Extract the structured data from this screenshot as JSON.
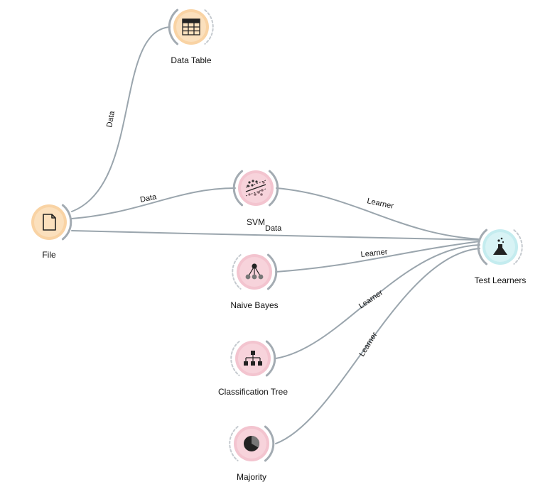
{
  "colors": {
    "link": "#9aa5ad",
    "anchor": "#a3abb2",
    "anchor_dashed": "#c5cacf",
    "data_node": "#f9d3a4",
    "data_node_inner": "#fbe0bd",
    "model_node": "#f3c4cf",
    "model_node_inner": "#f7d3db",
    "eval_node": "#c4ecef",
    "eval_node_inner": "#d8f3f5",
    "icon": "#222222"
  },
  "nodes": [
    {
      "id": "file",
      "label": "File",
      "icon": "document-icon",
      "category": "data"
    },
    {
      "id": "data_table",
      "label": "Data Table",
      "icon": "table-icon",
      "category": "data"
    },
    {
      "id": "svm",
      "label": "SVM",
      "icon": "scatter-svm-icon",
      "category": "model"
    },
    {
      "id": "naive_bayes",
      "label": "Naive Bayes",
      "icon": "network-icon",
      "category": "model"
    },
    {
      "id": "classification_tree",
      "label": "Classification Tree",
      "icon": "tree-icon",
      "category": "model"
    },
    {
      "id": "majority",
      "label": "Majority",
      "icon": "pie-icon",
      "category": "model"
    },
    {
      "id": "test_learners",
      "label": "Test Learners",
      "icon": "flask-icon",
      "category": "evaluate"
    }
  ],
  "links": [
    {
      "from": "file",
      "to": "data_table",
      "label": "Data"
    },
    {
      "from": "file",
      "to": "svm",
      "label": "Data"
    },
    {
      "from": "file",
      "to": "test_learners",
      "label": "Data"
    },
    {
      "from": "svm",
      "to": "test_learners",
      "label": "Learner"
    },
    {
      "from": "naive_bayes",
      "to": "test_learners",
      "label": "Learner"
    },
    {
      "from": "classification_tree",
      "to": "test_learners",
      "label": "Learner"
    },
    {
      "from": "majority",
      "to": "test_learners",
      "label": "Learner"
    }
  ]
}
